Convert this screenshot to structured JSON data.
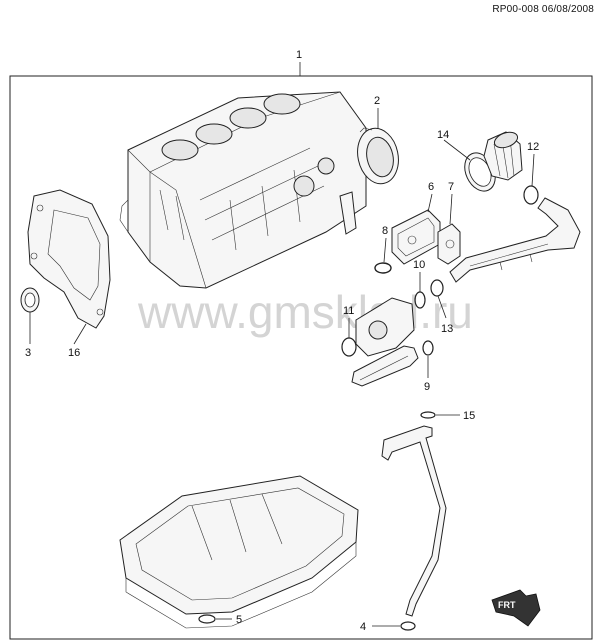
{
  "document": {
    "reference": "RP00-008 06/08/2008",
    "watermark": "www.gmsklad.ru",
    "direction_marker": "FRT"
  },
  "callouts": [
    {
      "id": "1",
      "label": "1"
    },
    {
      "id": "2",
      "label": "2"
    },
    {
      "id": "3",
      "label": "3"
    },
    {
      "id": "4",
      "label": "4"
    },
    {
      "id": "5",
      "label": "5"
    },
    {
      "id": "6",
      "label": "6"
    },
    {
      "id": "7",
      "label": "7"
    },
    {
      "id": "8",
      "label": "8"
    },
    {
      "id": "9",
      "label": "9"
    },
    {
      "id": "10",
      "label": "10"
    },
    {
      "id": "11",
      "label": "11"
    },
    {
      "id": "12",
      "label": "12"
    },
    {
      "id": "13",
      "label": "13"
    },
    {
      "id": "14",
      "label": "14"
    },
    {
      "id": "15",
      "label": "15"
    },
    {
      "id": "16",
      "label": "16"
    }
  ]
}
